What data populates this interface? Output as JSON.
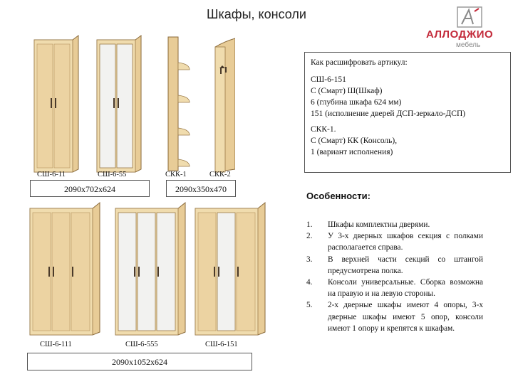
{
  "title": "Шкафы, консоли",
  "logo": {
    "name": "АЛЛОДЖИО",
    "sub": "мебель",
    "icon": "allodzhio-logo-icon"
  },
  "article_box": {
    "heading": "Как расшифровать артикул:",
    "code1": "СШ-6-151",
    "line1": "С (Смарт) Ш(Шкаф)",
    "line2": "6 (глубина шкафа 624 мм)",
    "line3": "151 (исполнение дверей ДСП-зеркало-ДСП)",
    "code2": "СКК-1.",
    "line4": "С (Смарт) КК (Консоль),",
    "line5": "1 (вариант исполнения)"
  },
  "products": {
    "sh611": "СШ-6-11",
    "sh655": "СШ-6-55",
    "skk1": "СКК-1",
    "skk2": "СКК-2",
    "sh6111": "СШ-6-111",
    "sh6555": "СШ-6-555",
    "sh6151": "СШ-6-151"
  },
  "dimensions": {
    "two_door": "2090х702х624",
    "console": "2090х350х470",
    "three_door": "2090х1052х624"
  },
  "features": {
    "heading": "Особенности:",
    "items": [
      {
        "num": "1.",
        "text": "Шкафы комплектны дверями."
      },
      {
        "num": "2.",
        "text": "У 3-х дверных шкафов секция с полками располагается справа."
      },
      {
        "num": "3.",
        "text": "В верхней части секций со штангой предусмотрена полка."
      },
      {
        "num": "4.",
        "text": "Консоли универсальные. Сборка возможна на правую и на левую стороны."
      },
      {
        "num": "5.",
        "text": "2-х дверные шкафы имеют 4 опоры, 3-х дверные шкафы имеют 5 опор, консоли имеют 1 опору и крепятся к шкафам."
      }
    ]
  },
  "colors": {
    "brand": "#c32a3a",
    "wood": "#e8cc97"
  }
}
